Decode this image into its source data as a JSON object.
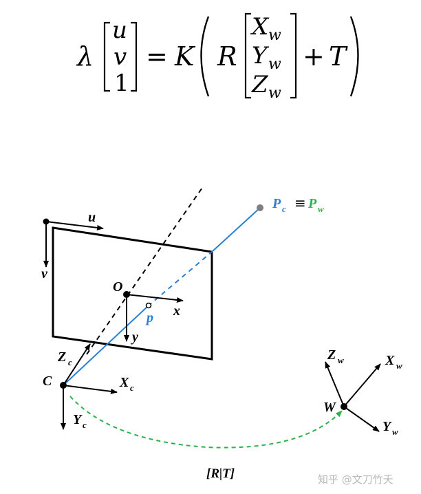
{
  "equation": {
    "lambda": "λ",
    "u": "u",
    "v": "v",
    "one": "1",
    "equals": "=",
    "K": "K",
    "R": "R",
    "X": "X",
    "Y": "Y",
    "Z": "Z",
    "w": "w",
    "plus": "+",
    "T": "T",
    "lparen": "(",
    "rparen": ")"
  },
  "diagram": {
    "image_u": "u",
    "image_v": "v",
    "principal_O": "O",
    "image_x": "x",
    "image_y": "y",
    "proj_p": "p",
    "camera_C": "C",
    "Xc_main": "X",
    "Xc_sub": "c",
    "Yc_main": "Y",
    "Yc_sub": "c",
    "Zc_main": "Z",
    "Zc_sub": "c",
    "Pc_main": "P",
    "Pc_sub": "c",
    "equiv": "≡",
    "Pw_main": "P",
    "Pw_sub": "w",
    "world_W": "W",
    "Xw_main": "X",
    "Xw_sub": "w",
    "Yw_main": "Y",
    "Yw_sub": "w",
    "Zw_main": "Z",
    "Zw_sub": "w",
    "transform": "[R|T]"
  },
  "watermark": "知乎 @文刀竹夭",
  "colors": {
    "ray": "#2a7fd4",
    "camera_label": "#2a7fd4",
    "world_label": "#2db14a",
    "transform_arc": "#2db14a",
    "point": "#7f7f7f",
    "ink": "#000000"
  }
}
